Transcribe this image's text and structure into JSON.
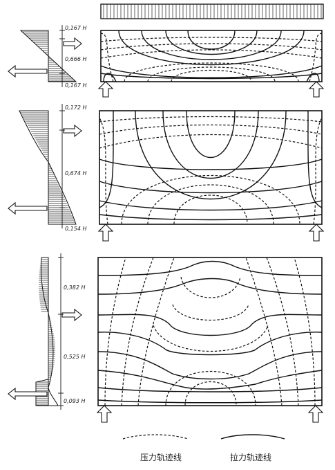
{
  "diagram": {
    "panels": [
      {
        "labels": [
          "0,167 H",
          "0,666 H",
          "0,167 H"
        ]
      },
      {
        "labels": [
          "0,172 H",
          "0,674 H",
          "0,154 H"
        ]
      },
      {
        "labels": [
          "0,382 H",
          "0,525 H",
          "0,093 H"
        ]
      }
    ],
    "legend": {
      "compression": "压力轨迹线",
      "tension": "拉力轨迹线"
    }
  }
}
